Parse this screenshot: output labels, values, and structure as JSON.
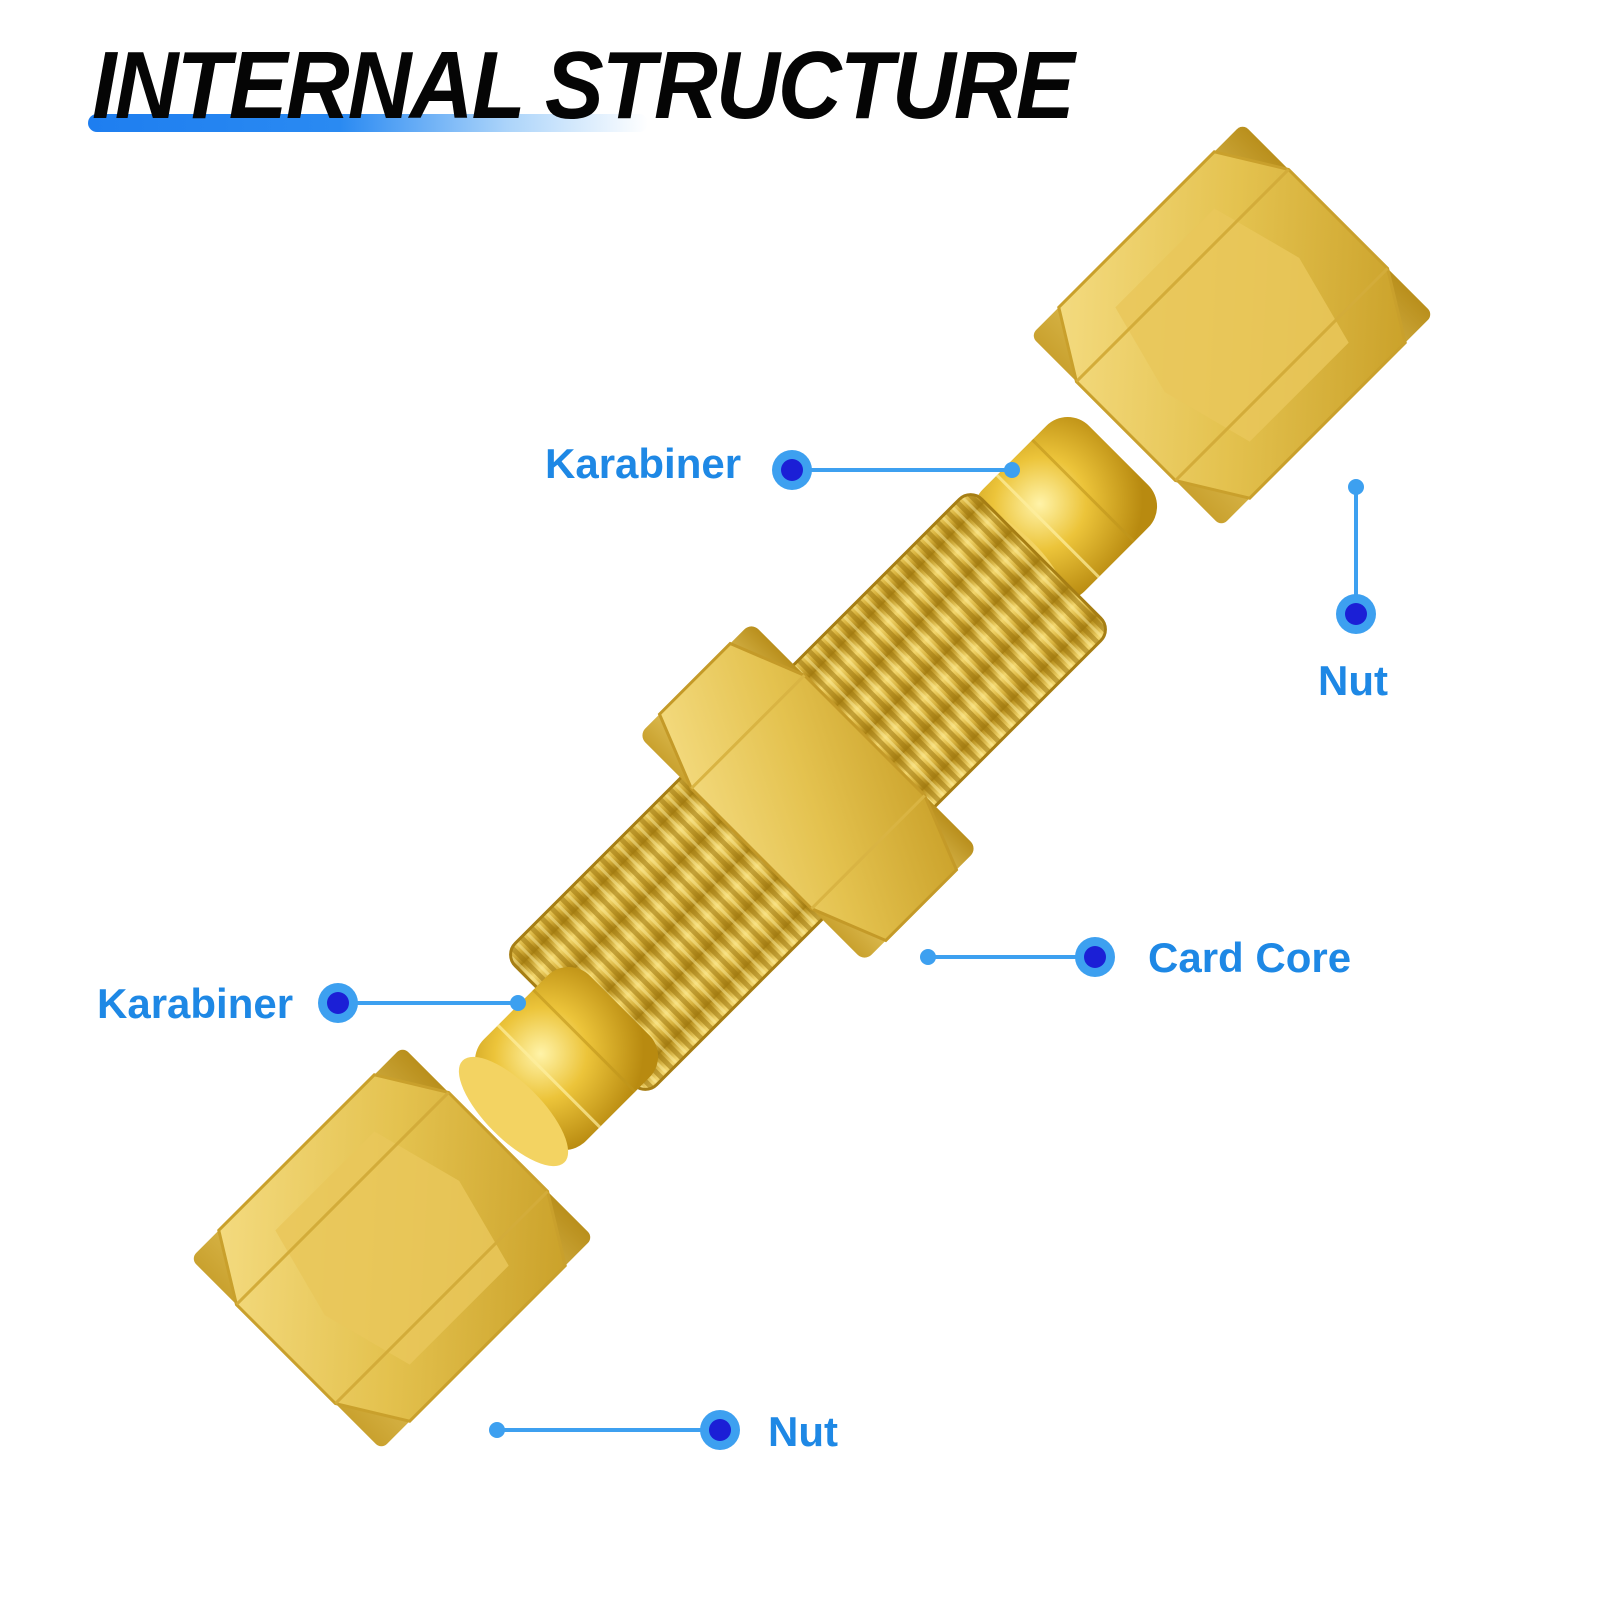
{
  "title": "INTERNAL STRUCTURE",
  "colors": {
    "accent": "#1e88e5",
    "dot_fill": "#1b1fd6",
    "dot_ring": "#3da0f0",
    "brass": "#e2c04e"
  },
  "callouts": {
    "karabiner_top": "Karabiner",
    "nut_top": "Nut",
    "card_core": "Card Core",
    "karabiner_bottom": "Karabiner",
    "nut_bottom": "Nut"
  }
}
